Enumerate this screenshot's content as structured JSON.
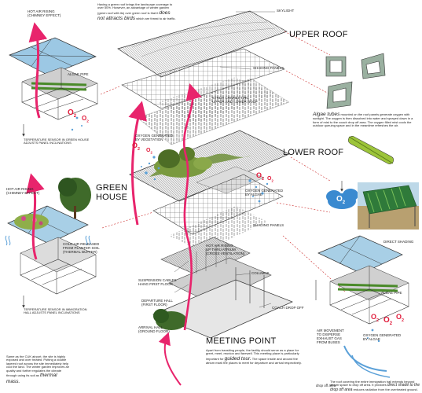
{
  "colors": {
    "arrow": "#e8246c",
    "oxygen": "#e01a3a",
    "algae": "#4a8a2a",
    "bubble": "#5aa0d8",
    "line": "#444444",
    "red_dash": "#cc2b2b"
  },
  "headings": {
    "upper_roof": "UPPER ROOF",
    "lower_roof": "LOWER ROOF",
    "green_house": "GREEN\nHOUSE",
    "meeting_point": "MEETING POINT"
  },
  "labels": {
    "skylight": "SKYLIGHT",
    "shading_panels_upper": "SHADING PANELS",
    "studs": "STUDS CONNECTING\nUPPER AND LOWER ROOF",
    "oxygen_vegetation": "OXYGEN GENERATED\nBY VEGETATION",
    "oxygen_algae_mid": "OXYGEN GENERATED\nBY ALGAE",
    "shading_panels_lower": "SHADING PANELS",
    "hot_air_atrium": "HOT AIR RISING\nUP THRU ATRIUM\n(CROSS VENTILATION)",
    "columns": "COLUMNS",
    "suspension": "SUSPENSION CABLES\nHANG FIRST FLOOR",
    "departure": "DEPARTURE HALL\n(FIRST FLOOR)",
    "coach": "COACH DROP OFF",
    "arrival": "ARRIVAL HALL\n(GROUND FLOOR)",
    "hot_air_tl": "HOT AIR RISING\n(CHIMNEY EFFECT)",
    "algae_pipe_tl": "ALGAE PIPE",
    "sensor_green": "TERPERATURE SENSOR IN GREEN HOUSE\nADJUSTS PANEL INCLINATIONS",
    "hot_air_ml": "HOT AIR RISING\n(CHIMNEY EFFECT)",
    "cold_air": "COLD AIR RELEASED\nFROM PLANTER SOIL\n(THERMAL BUFFER)",
    "sensor_immigration": "TERPERATURE SENSOR IN IMMIGRATION\nHALL ADJUSTS PANEL INCLINATIONS",
    "direct_shading": "DIRECT SHADING",
    "algae_pipe_br": "ALGAE PIPE",
    "air_movement": "AIR MOVEMENT\nTO DISPERSE\nEXHAUST GAS\nFROM BUSES",
    "oxygen_algae_br": "OXYGEN GENERATED\nBY ALGAE",
    "drop_off": "drop off area"
  },
  "texts": {
    "green_roof_note_a": "Having a green roof brings the landscape coverage to over 50%. However, an advantage of winter garden (green roof with its) over green roof is that it",
    "green_roof_emph": "does not attracts birds",
    "green_roof_note_b": "which are threat to air traffic.",
    "algae_note_emph": "Algae tubes",
    "algae_note": "mounted on the roof panels generate oxygen with sunlight. The oxygen is then dissolved into water and sprayed down in a form of mist to the coach drop off area. The oxygen filled mist cools the outdoor queuing space and in the meantime refreshes the air.",
    "meeting_note_a": "Apart from transiting people, the facility should serve as a place for greet, meet, reunion and farewell. This meeting place is particularly important for",
    "meeting_emph": "guided tour.",
    "meeting_note_b": "The space inside and around the atrium mark the places to meet for departure and arrival respectively.",
    "cuk_note_a": "Same as the CUK airport, the site is highly exposed and over heated. Putting a double layered roof across the site immediately help cool the land. The winter garden improves air quality and further regulates the climate through using its soil as",
    "cuk_emph": "thermal mass.",
    "roof_note": "The roof covering the entire immigration hall extends beyond atrium space to drop off area. It provides",
    "roof_emph": "direct shade to the drop off area",
    "roof_note_b": "reduces radiation from the overheated ground."
  },
  "oxygen_symbol": {
    "letter": "O",
    "sub": "2"
  }
}
